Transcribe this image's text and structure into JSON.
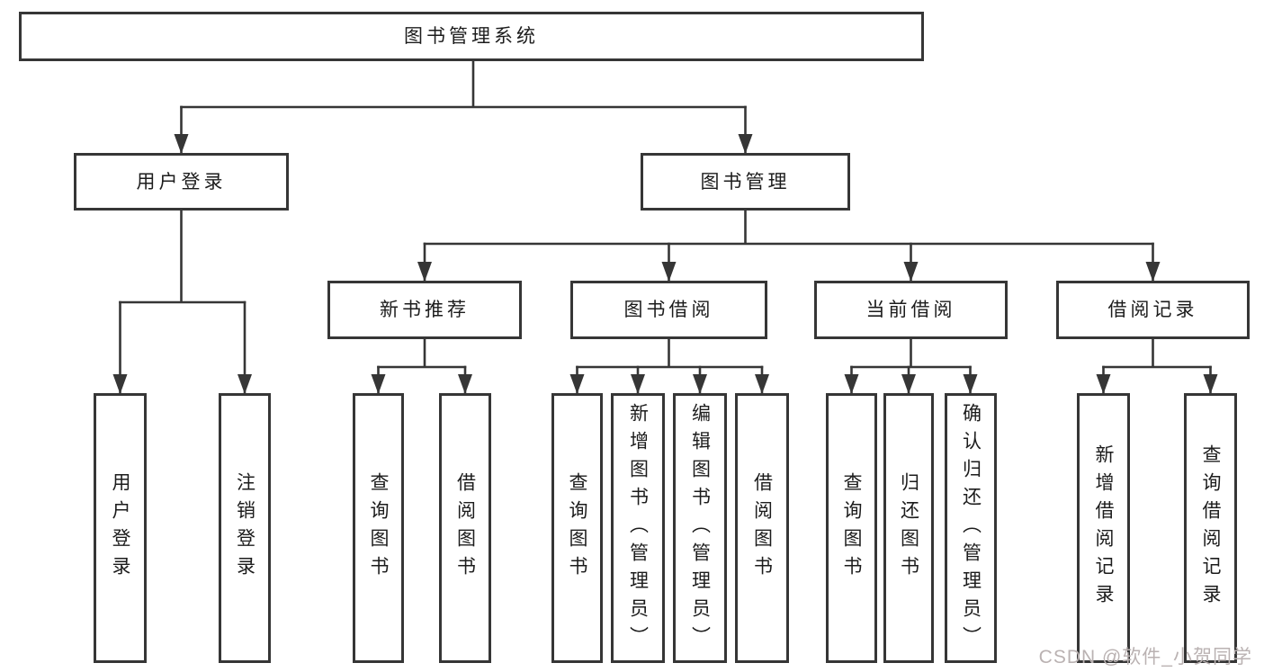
{
  "diagram": {
    "title": "图书管理系统",
    "branches": [
      {
        "label": "用户登录",
        "children": [
          "用户登录",
          "注销登录"
        ]
      },
      {
        "label": "图书管理",
        "modules": [
          {
            "label": "新书推荐",
            "children": [
              "查询图书",
              "借阅图书"
            ]
          },
          {
            "label": "图书借阅",
            "children": [
              "查询图书",
              "新增图书（管理员）",
              "编辑图书（管理员）",
              "借阅图书"
            ]
          },
          {
            "label": "当前借阅",
            "children": [
              "查询图书",
              "归还图书",
              "确认归还（管理员）"
            ]
          },
          {
            "label": "借阅记录",
            "children": [
              "新增借阅记录",
              "查询借阅记录"
            ]
          }
        ]
      }
    ]
  },
  "watermark": {
    "text": "CSDN @软件_小贺同学"
  },
  "colors": {
    "line": "#363636",
    "box_border": "#363636",
    "box_fill": "#ffffff",
    "text": "#1c1c1c",
    "background": "#ffffff",
    "watermark": "#bab2b2"
  }
}
